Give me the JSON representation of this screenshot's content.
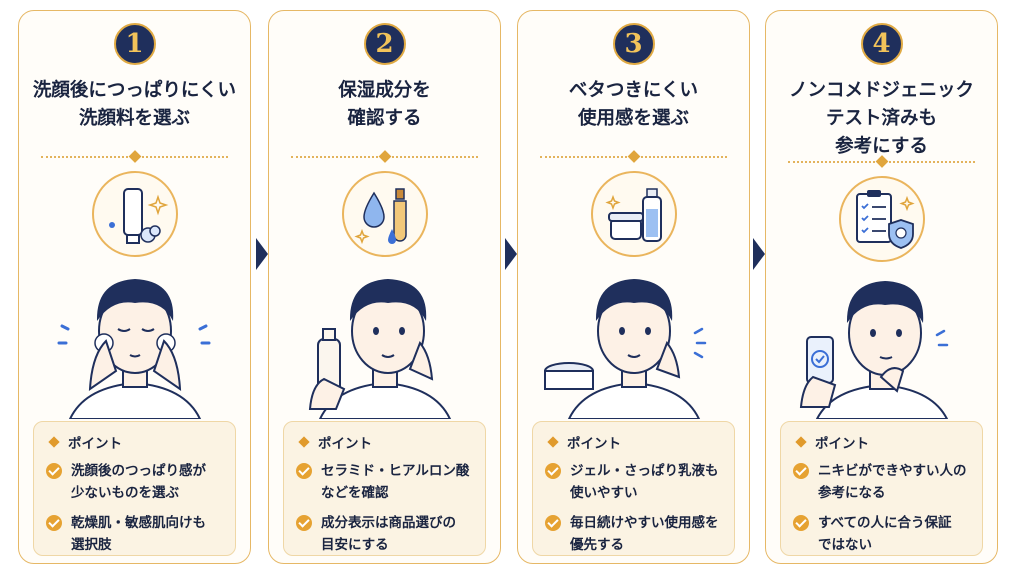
{
  "steps": [
    {
      "number": "1",
      "title_lines": [
        "洗顔後につっぱりにくい",
        "洗顔料を選ぶ"
      ],
      "icon": "face-wash-tube-icon",
      "point_label": "ポイント",
      "points": [
        {
          "lines": [
            "洗顔後のつっぱり感が",
            "少ないものを選ぶ"
          ]
        },
        {
          "lines": [
            "乾燥肌・敏感肌向けも",
            "選択肢"
          ]
        }
      ]
    },
    {
      "number": "2",
      "title_lines": [
        "保湿成分を",
        "確認する"
      ],
      "icon": "water-drops-dropper-icon",
      "point_label": "ポイント",
      "points": [
        {
          "lines": [
            "セラミド・ヒアルロン酸",
            "などを確認"
          ]
        },
        {
          "lines": [
            "成分表示は商品選びの",
            "目安にする"
          ]
        }
      ]
    },
    {
      "number": "3",
      "title_lines": [
        "ベタつきにくい",
        "使用感を選ぶ"
      ],
      "icon": "cream-jar-lotion-bottle-icon",
      "point_label": "ポイント",
      "points": [
        {
          "lines": [
            "ジェル・さっぱり乳液も",
            "使いやすい"
          ]
        },
        {
          "lines": [
            "毎日続けやすい使用感を",
            "優先する"
          ]
        }
      ]
    },
    {
      "number": "4",
      "title_lines": [
        "ノンコメドジェニック",
        "テスト済みも",
        "参考にする"
      ],
      "icon": "checklist-shield-icon",
      "point_label": "ポイント",
      "points": [
        {
          "lines": [
            "ニキビができやすい人の",
            "参考になる"
          ]
        },
        {
          "lines": [
            "すべての人に合う保証",
            "ではない"
          ]
        }
      ]
    }
  ],
  "colors": {
    "navy": "#1f2f5c",
    "gold": "#e0aa44",
    "cream": "#fbf3e3",
    "skin": "#fdf1e6"
  }
}
